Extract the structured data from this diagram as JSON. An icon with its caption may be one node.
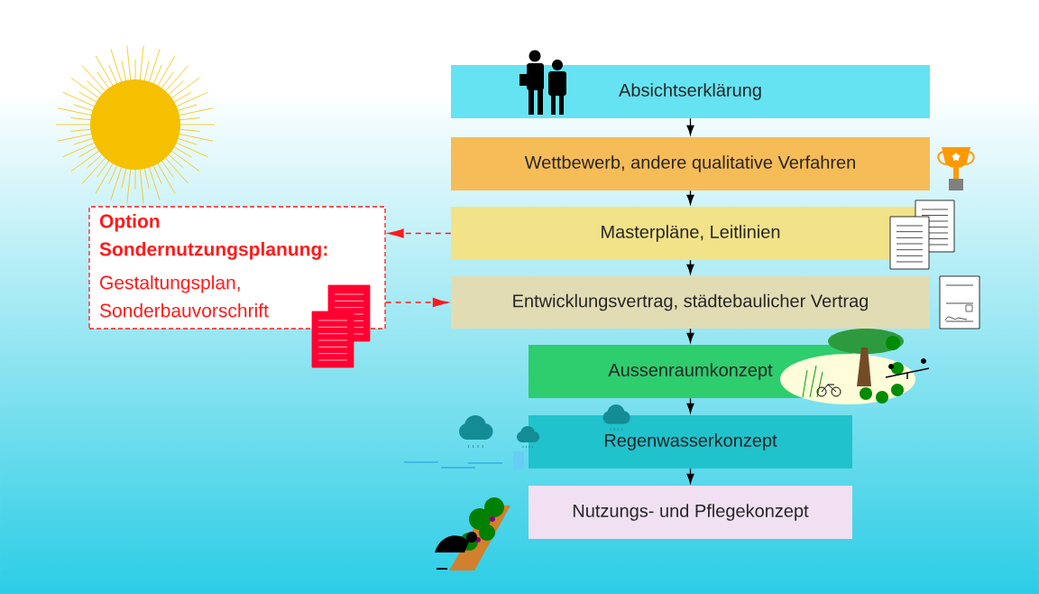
{
  "diagram": {
    "nodes": [
      {
        "text": [
          "Absichtserklärung"
        ]
      },
      {
        "text": [
          "Wettbewerb, andere qualitative Verfahren"
        ]
      },
      {
        "text": [
          "Masterpläne, Leitlinien"
        ]
      },
      {
        "text": [
          "Entwicklungsvertrag, städtebaulicher Vertrag"
        ]
      },
      {
        "text": [
          "Aussenraumkonzept"
        ]
      },
      {
        "text": [
          "Regenwasserkonzept"
        ]
      },
      {
        "text": [
          "Nutzungs- und Pflegekonzept"
        ]
      },
      {
        "text": [
          "Option Sondernutzungsplanung:",
          "Gestaltungsplan, Sonderbauvorschrift"
        ]
      }
    ],
    "edges": [
      {
        "from": 0,
        "to": 1,
        "arrow": "to"
      },
      {
        "from": 1,
        "to": 2,
        "arrow": "to"
      },
      {
        "from": 2,
        "to": 3,
        "arrow": "to"
      },
      {
        "from": 3,
        "to": 4,
        "arrow": "to"
      },
      {
        "from": 4,
        "to": 5,
        "arrow": "to"
      },
      {
        "from": 5,
        "to": 6,
        "arrow": "to"
      },
      {
        "from": 2,
        "to": 7,
        "arrow": "to",
        "style": "dashed",
        "color": "#ff1a1a"
      },
      {
        "from": 7,
        "to": 3,
        "arrow": "to",
        "style": "dashed",
        "color": "#ff1a1a"
      }
    ]
  }
}
